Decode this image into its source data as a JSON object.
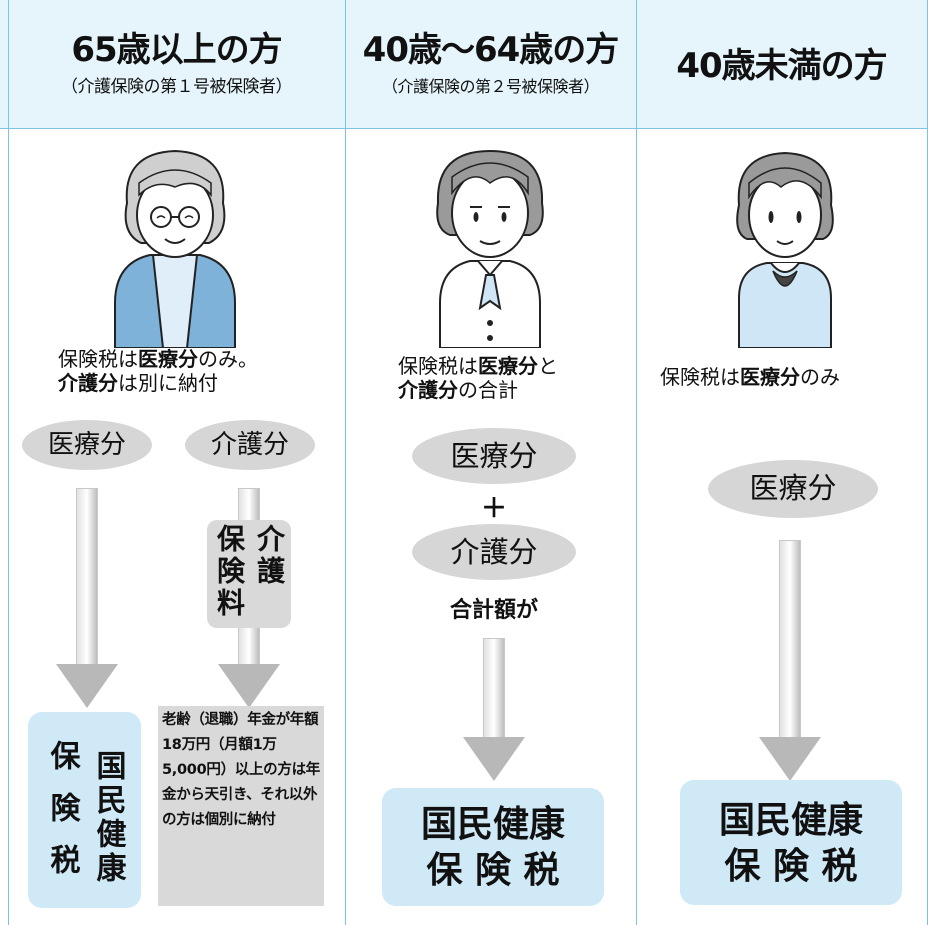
{
  "columns": [
    {
      "title": "65歳以上の方",
      "subtitle": "（介護保険の第１号被保険者）",
      "desc_line1_pre": "保険税は",
      "desc_line1_bold": "医療分",
      "desc_line1_post": "のみ。",
      "desc_line2_bold": "介護分",
      "desc_line2_post": "は別に納付",
      "pill_medical": "医療分",
      "pill_care": "介護分",
      "care_box_col1": "介護",
      "care_box_col2": "保険料",
      "tax_box_col1": "国民健康",
      "tax_box_col2": "保険税",
      "note": "老齢（退職）年金が年額18万円（月額1万5,000円）以上の方は年金から天引き、それ以外の方は個別に納付"
    },
    {
      "title": "40歳〜64歳の方",
      "subtitle": "（介護保険の第２号被保険者）",
      "desc_line1_pre": "保険税は",
      "desc_line1_bold": "医療分",
      "desc_line1_post": "と",
      "desc_line2_bold": "介護分",
      "desc_line2_post": "の合計",
      "pill_medical": "医療分",
      "plus": "＋",
      "pill_care": "介護分",
      "total_label": "合計額が",
      "tax_line1": "国民健康",
      "tax_line2": "保 険 税"
    },
    {
      "title": "40歳未満の方",
      "desc_pre": "保険税は",
      "desc_bold": "医療分",
      "desc_post": "のみ",
      "pill_medical": "医療分",
      "tax_line1": "国民健康",
      "tax_line2": "保 険 税"
    }
  ],
  "colors": {
    "header_band": "#e6f5fb",
    "grid_line": "#7ec4e0",
    "pill": "#d6d6d6",
    "tax_box": "#cfe9f7",
    "note_box": "#d9d9d9",
    "person1_shirt": "#7fb2d9",
    "person3_shirt": "#cfe6f7"
  }
}
